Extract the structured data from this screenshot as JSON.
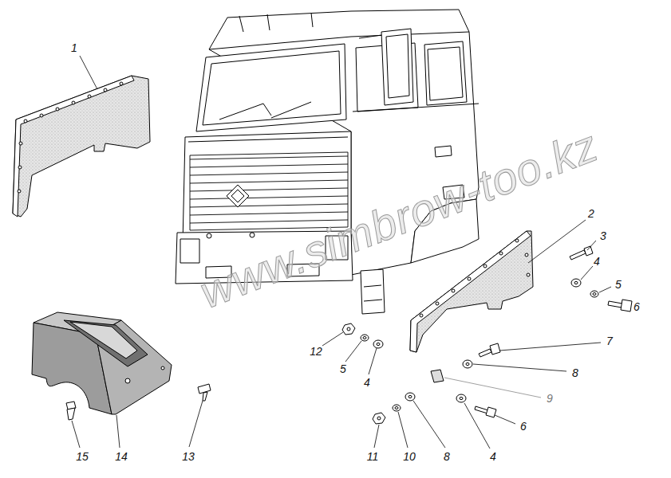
{
  "diagram": {
    "labels": [
      "1",
      "2",
      "3",
      "4",
      "5",
      "6",
      "7",
      "8",
      "9",
      "6",
      "4",
      "12",
      "5",
      "4",
      "11",
      "10",
      "8",
      "15",
      "14",
      "13",
      "www.simbrow-too.kz"
    ]
  }
}
